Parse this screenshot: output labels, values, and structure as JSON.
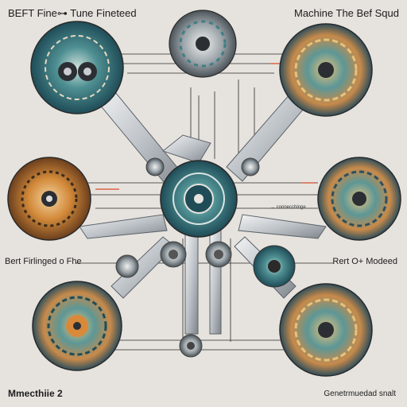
{
  "labels": {
    "top_left": "BEFT Fine⊶ Tune Fineteed",
    "top_right": "Machine The Bef Squd",
    "mid_left": "Bert Firlinged o Fhe",
    "mid_right": "Rert O+ Modeed",
    "bottom_left": "Mmecthiie 2",
    "bottom_right": "Genetrmuedad snalt",
    "center_small": "→ connecchinge"
  },
  "colors": {
    "background": "#e6e3de",
    "teal": "#3f7f86",
    "orange": "#d9893a",
    "arm_metal": "#c9ccd0",
    "line": "#2a2a2a",
    "accent_red": "#d94a2a"
  },
  "gears": [
    {
      "name": "gear-top-left",
      "palette": "teal"
    },
    {
      "name": "gear-top-center",
      "palette": "grey"
    },
    {
      "name": "gear-top-right",
      "palette": "teal-orange"
    },
    {
      "name": "gear-mid-left",
      "palette": "orange"
    },
    {
      "name": "gear-center",
      "palette": "teal"
    },
    {
      "name": "gear-mid-right",
      "palette": "teal-orange"
    },
    {
      "name": "gear-bottom-left",
      "palette": "teal-orange"
    },
    {
      "name": "gear-bottom-right",
      "palette": "teal-orange"
    }
  ]
}
